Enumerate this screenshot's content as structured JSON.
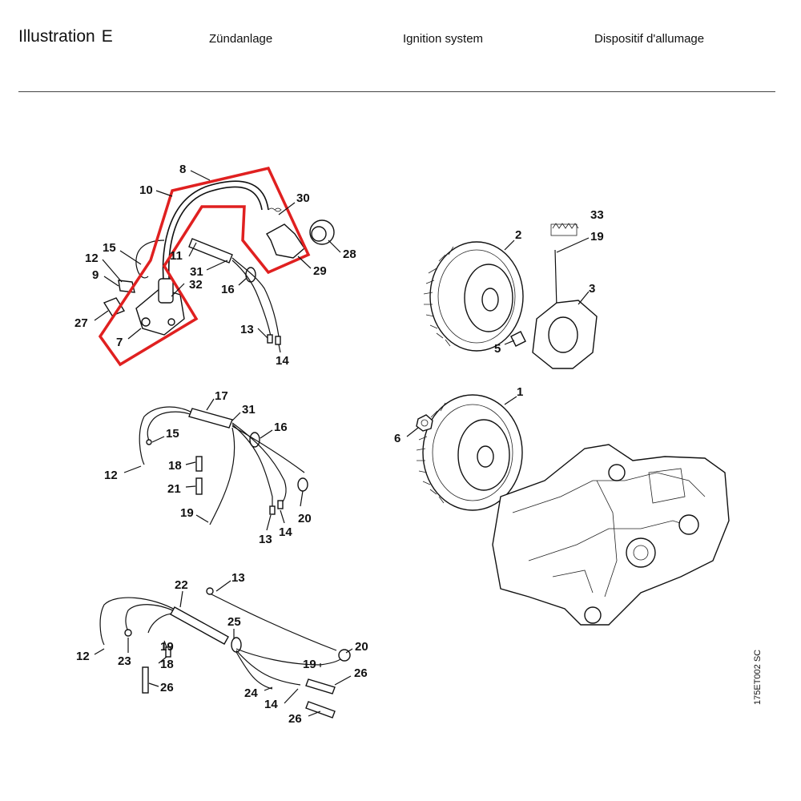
{
  "header": {
    "title": "Illustration",
    "title_letter": "E",
    "german": "Zündanlage",
    "english": "Ignition system",
    "french": "Dispositif d'allumage"
  },
  "drawing_code": "175ET002 SC",
  "highlight_color": "#e02020",
  "callouts": {
    "coil_group": [
      "8",
      "10",
      "30",
      "15",
      "11",
      "28",
      "12",
      "31",
      "29",
      "9",
      "32",
      "16",
      "27",
      "7",
      "13",
      "14"
    ],
    "flywheel_group": [
      "33",
      "2",
      "19",
      "3",
      "5",
      "1",
      "6"
    ],
    "harness_a": [
      "17",
      "31",
      "16",
      "15",
      "18",
      "12",
      "21",
      "19",
      "20",
      "13",
      "14"
    ],
    "harness_b": [
      "22",
      "13",
      "25",
      "20",
      "12",
      "23",
      "19",
      "18",
      "19",
      "26",
      "24",
      "26",
      "14",
      "26"
    ]
  }
}
